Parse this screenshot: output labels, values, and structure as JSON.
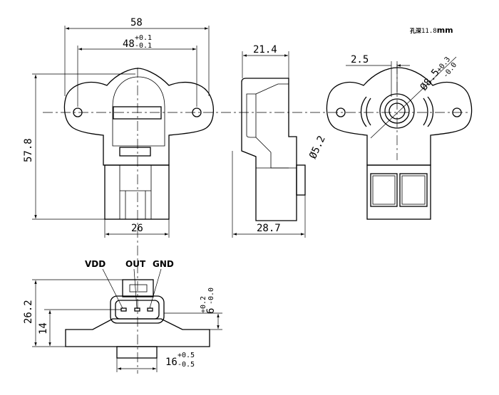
{
  "dimensions": {
    "width_overall": "58",
    "hole_spacing": "48",
    "hole_spacing_tol_upper": "+0.1",
    "hole_spacing_tol_lower": "-0.1",
    "height_overall": "57.8",
    "connector_width": "26",
    "side_depth_top": "21.4",
    "side_depth_bottom": "28.7",
    "offset": "2.5",
    "hole_diameter": "Ø5.2",
    "shaft_bore": "Ø8.5",
    "shaft_bore_tol_upper": "+0.3",
    "shaft_bore_tol_lower": "-0.0",
    "connector_height": "26.2",
    "connector_base": "14",
    "pin_offset": "6",
    "pin_offset_tol_upper": "+0.2",
    "pin_offset_tol_lower": "-0.0",
    "bottom_width": "16",
    "bottom_width_tol_upper": "+0.5",
    "bottom_width_tol_lower": "-0.5"
  },
  "notes": {
    "hole_depth_prefix": "孔深",
    "hole_depth_value": "11.8",
    "hole_depth_unit": "mm"
  },
  "pins": {
    "vdd": "VDD",
    "out": "OUT",
    "gnd": "GND"
  }
}
